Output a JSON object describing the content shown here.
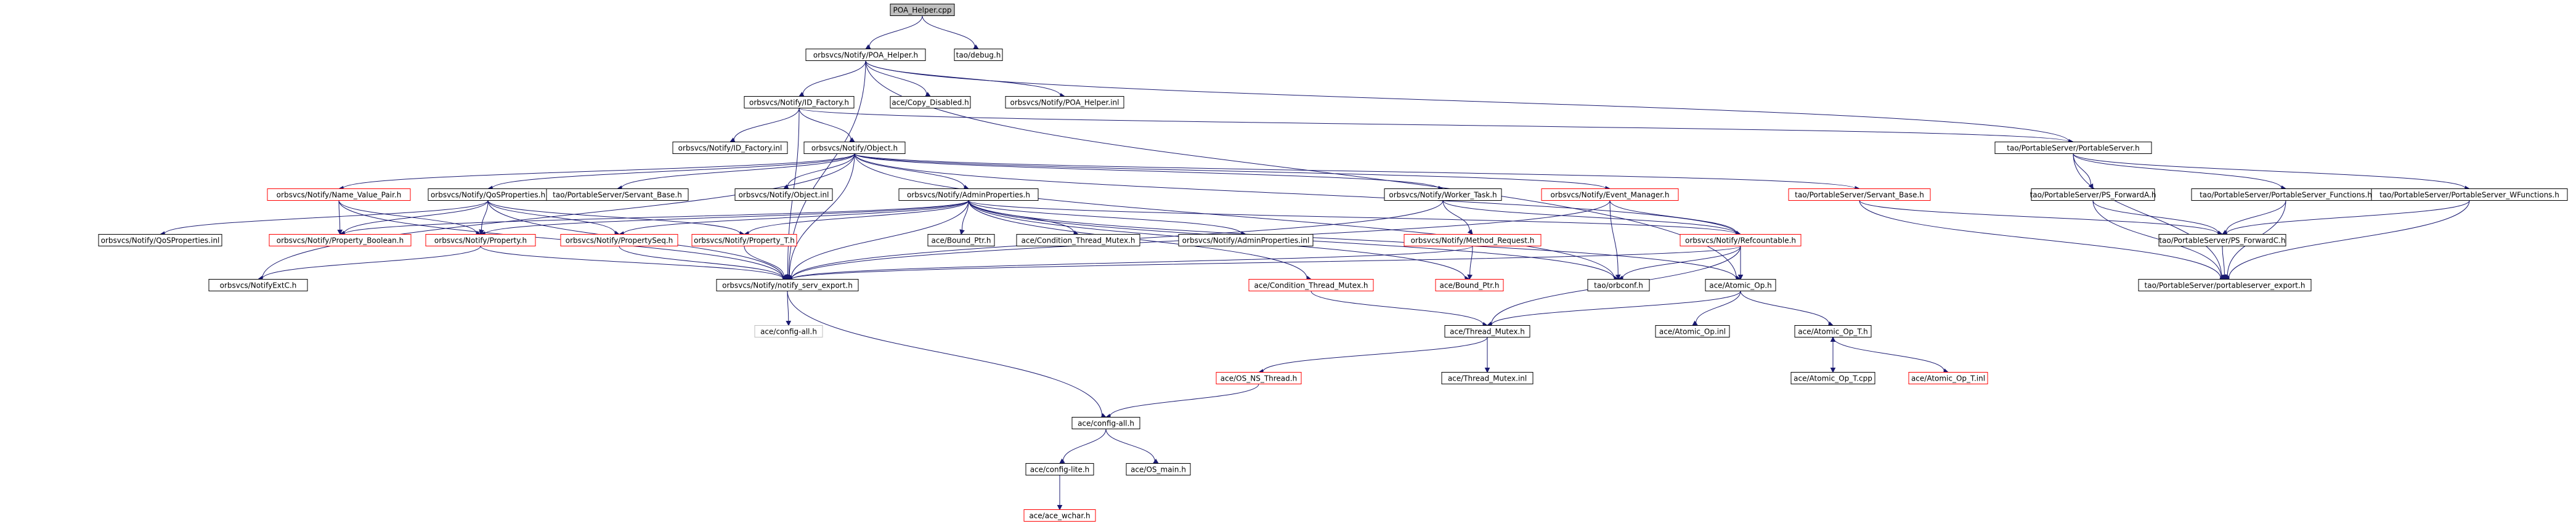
{
  "colors": {
    "edge": "#191970",
    "root_fill": "#bfbfbf",
    "missing": "#ff0000",
    "external": "#bfbfbf"
  },
  "nodes": [
    {
      "id": "root",
      "label": "POA_Helper.cpp",
      "kind": "root"
    },
    {
      "id": "poa_h",
      "label": "orbsvcs/Notify/POA_Helper.h"
    },
    {
      "id": "tao_debug",
      "label": "tao/debug.h"
    },
    {
      "id": "id_factory",
      "label": "orbsvcs/Notify/ID_Factory.h"
    },
    {
      "id": "copy_disabled",
      "label": "ace/Copy_Disabled.h"
    },
    {
      "id": "poa_inl",
      "label": "orbsvcs/Notify/POA_Helper.inl"
    },
    {
      "id": "id_factory_inl",
      "label": "orbsvcs/Notify/ID_Factory.inl"
    },
    {
      "id": "object_h",
      "label": "orbsvcs/Notify/Object.h"
    },
    {
      "id": "portable_server_h",
      "label": "tao/PortableServer/PortableServer.h"
    },
    {
      "id": "name_value_pair",
      "label": "orbsvcs/Notify/Name_Value_Pair.h",
      "kind": "missing"
    },
    {
      "id": "qos_props",
      "label": "orbsvcs/Notify/QoSProperties.h"
    },
    {
      "id": "servant_base_h",
      "label": "tao/PortableServer/Servant_Base.h"
    },
    {
      "id": "object_inl",
      "label": "orbsvcs/Notify/Object.inl"
    },
    {
      "id": "admin_props",
      "label": "orbsvcs/Notify/AdminProperties.h"
    },
    {
      "id": "worker_task",
      "label": "orbsvcs/Notify/Worker_Task.h"
    },
    {
      "id": "event_manager",
      "label": "orbsvcs/Notify/Event_Manager.h",
      "kind": "missing"
    },
    {
      "id": "servant_base_red",
      "label": "tao/PortableServer/Servant_Base.h",
      "kind": "missing"
    },
    {
      "id": "ps_forwardA",
      "label": "tao/PortableServer/PS_ForwardA.h"
    },
    {
      "id": "ps_functions",
      "label": "tao/PortableServer/PortableServer_Functions.h"
    },
    {
      "id": "ps_wfunctions",
      "label": "tao/PortableServer/PortableServer_WFunctions.h"
    },
    {
      "id": "qos_props_inl",
      "label": "orbsvcs/Notify/QoSProperties.inl"
    },
    {
      "id": "prop_boolean",
      "label": "orbsvcs/Notify/Property_Boolean.h",
      "kind": "missing"
    },
    {
      "id": "property_h",
      "label": "orbsvcs/Notify/Property.h",
      "kind": "missing"
    },
    {
      "id": "property_seq",
      "label": "orbsvcs/Notify/PropertySeq.h",
      "kind": "missing"
    },
    {
      "id": "property_t",
      "label": "orbsvcs/Notify/Property_T.h",
      "kind": "missing"
    },
    {
      "id": "bound_ptr",
      "label": "ace/Bound_Ptr.h"
    },
    {
      "id": "cond_thread_mutex",
      "label": "ace/Condition_Thread_Mutex.h"
    },
    {
      "id": "admin_props_inl",
      "label": "orbsvcs/Notify/AdminProperties.inl"
    },
    {
      "id": "method_request",
      "label": "orbsvcs/Notify/Method_Request.h",
      "kind": "missing"
    },
    {
      "id": "refcountable",
      "label": "orbsvcs/Notify/Refcountable.h",
      "kind": "missing"
    },
    {
      "id": "ps_forwardC",
      "label": "tao/PortableServer/PS_ForwardC.h"
    },
    {
      "id": "notify_extc",
      "label": "orbsvcs/NotifyExtC.h"
    },
    {
      "id": "notify_serv_export",
      "label": "orbsvcs/Notify/notify_serv_export.h"
    },
    {
      "id": "cond_thread_mutex_red",
      "label": "ace/Condition_Thread_Mutex.h",
      "kind": "missing"
    },
    {
      "id": "bound_ptr_red",
      "label": "ace/Bound_Ptr.h",
      "kind": "missing"
    },
    {
      "id": "orbconf",
      "label": "tao/orbconf.h"
    },
    {
      "id": "atomic_op_h",
      "label": "ace/Atomic_Op.h"
    },
    {
      "id": "ps_export",
      "label": "tao/PortableServer/portableserver_export.h"
    },
    {
      "id": "config_all_grey",
      "label": "ace/config-all.h",
      "kind": "external"
    },
    {
      "id": "thread_mutex_h",
      "label": "ace/Thread_Mutex.h"
    },
    {
      "id": "atomic_op_inl",
      "label": "ace/Atomic_Op.inl"
    },
    {
      "id": "atomic_op_t_h",
      "label": "ace/Atomic_Op_T.h"
    },
    {
      "id": "os_ns_thread",
      "label": "ace/OS_NS_Thread.h",
      "kind": "missing"
    },
    {
      "id": "thread_mutex_inl",
      "label": "ace/Thread_Mutex.inl"
    },
    {
      "id": "atomic_op_t_cpp",
      "label": "ace/Atomic_Op_T.cpp"
    },
    {
      "id": "atomic_op_t_inl",
      "label": "ace/Atomic_Op_T.inl",
      "kind": "missing"
    },
    {
      "id": "config_all",
      "label": "ace/config-all.h"
    },
    {
      "id": "config_lite",
      "label": "ace/config-lite.h"
    },
    {
      "id": "os_main",
      "label": "ace/OS_main.h"
    },
    {
      "id": "ace_wchar",
      "label": "ace/ace_wchar.h",
      "kind": "missing"
    }
  ],
  "edges": [
    [
      "root",
      "poa_h"
    ],
    [
      "root",
      "tao_debug"
    ],
    [
      "poa_h",
      "id_factory"
    ],
    [
      "poa_h",
      "copy_disabled"
    ],
    [
      "poa_h",
      "poa_inl"
    ],
    [
      "poa_h",
      "portable_server_h"
    ],
    [
      "poa_h",
      "notify_serv_export"
    ],
    [
      "poa_h",
      "atomic_op_h"
    ],
    [
      "id_factory",
      "id_factory_inl"
    ],
    [
      "id_factory",
      "object_h"
    ],
    [
      "id_factory",
      "notify_serv_export"
    ],
    [
      "id_factory",
      "portable_server_h"
    ],
    [
      "object_h",
      "name_value_pair"
    ],
    [
      "object_h",
      "qos_props"
    ],
    [
      "object_h",
      "servant_base_h"
    ],
    [
      "object_h",
      "object_inl"
    ],
    [
      "object_h",
      "admin_props"
    ],
    [
      "object_h",
      "worker_task"
    ],
    [
      "object_h",
      "event_manager"
    ],
    [
      "object_h",
      "servant_base_red"
    ],
    [
      "object_h",
      "refcountable"
    ],
    [
      "object_h",
      "notify_serv_export"
    ],
    [
      "object_h",
      "notify_extc"
    ],
    [
      "object_h",
      "orbconf"
    ],
    [
      "portable_server_h",
      "ps_forwardA"
    ],
    [
      "portable_server_h",
      "ps_functions"
    ],
    [
      "portable_server_h",
      "ps_wfunctions"
    ],
    [
      "portable_server_h",
      "ps_export"
    ],
    [
      "name_value_pair",
      "prop_boolean"
    ],
    [
      "name_value_pair",
      "property_h"
    ],
    [
      "name_value_pair",
      "notify_serv_export"
    ],
    [
      "qos_props",
      "qos_props_inl"
    ],
    [
      "qos_props",
      "prop_boolean"
    ],
    [
      "qos_props",
      "property_h"
    ],
    [
      "qos_props",
      "property_seq"
    ],
    [
      "qos_props",
      "property_t"
    ],
    [
      "qos_props",
      "notify_serv_export"
    ],
    [
      "admin_props",
      "bound_ptr"
    ],
    [
      "admin_props",
      "cond_thread_mutex"
    ],
    [
      "admin_props",
      "admin_props_inl"
    ],
    [
      "admin_props",
      "property_h"
    ],
    [
      "admin_props",
      "prop_boolean"
    ],
    [
      "admin_props",
      "property_seq"
    ],
    [
      "admin_props",
      "property_t"
    ],
    [
      "admin_props",
      "notify_serv_export"
    ],
    [
      "admin_props",
      "cond_thread_mutex_red"
    ],
    [
      "admin_props",
      "bound_ptr_red"
    ],
    [
      "admin_props",
      "orbconf"
    ],
    [
      "admin_props",
      "atomic_op_h"
    ],
    [
      "admin_props",
      "refcountable"
    ],
    [
      "worker_task",
      "method_request"
    ],
    [
      "worker_task",
      "refcountable"
    ],
    [
      "worker_task",
      "notify_serv_export"
    ],
    [
      "event_manager",
      "refcountable"
    ],
    [
      "event_manager",
      "notify_serv_export"
    ],
    [
      "event_manager",
      "orbconf"
    ],
    [
      "servant_base_red",
      "ps_forwardC"
    ],
    [
      "servant_base_red",
      "ps_export"
    ],
    [
      "ps_forwardA",
      "ps_forwardC"
    ],
    [
      "ps_forwardA",
      "ps_export"
    ],
    [
      "ps_functions",
      "ps_forwardC"
    ],
    [
      "ps_functions",
      "ps_export"
    ],
    [
      "ps_wfunctions",
      "ps_forwardC"
    ],
    [
      "ps_wfunctions",
      "ps_export"
    ],
    [
      "property_h",
      "notify_extc"
    ],
    [
      "property_h",
      "notify_serv_export"
    ],
    [
      "property_seq",
      "notify_serv_export"
    ],
    [
      "property_t",
      "notify_serv_export"
    ],
    [
      "method_request",
      "bound_ptr_red"
    ],
    [
      "method_request",
      "notify_serv_export"
    ],
    [
      "refcountable",
      "orbconf"
    ],
    [
      "refcountable",
      "atomic_op_h"
    ],
    [
      "refcountable",
      "thread_mutex_h"
    ],
    [
      "refcountable",
      "notify_serv_export"
    ],
    [
      "ps_forwardC",
      "ps_export"
    ],
    [
      "notify_serv_export",
      "config_all_grey"
    ],
    [
      "notify_serv_export",
      "config_all"
    ],
    [
      "cond_thread_mutex_red",
      "thread_mutex_h"
    ],
    [
      "atomic_op_h",
      "thread_mutex_h"
    ],
    [
      "atomic_op_h",
      "atomic_op_inl"
    ],
    [
      "atomic_op_h",
      "atomic_op_t_h"
    ],
    [
      "thread_mutex_h",
      "os_ns_thread"
    ],
    [
      "thread_mutex_h",
      "thread_mutex_inl"
    ],
    [
      "atomic_op_t_h",
      "atomic_op_t_cpp"
    ],
    [
      "atomic_op_t_h",
      "atomic_op_t_inl"
    ],
    [
      "atomic_op_t_cpp",
      "atomic_op_t_h"
    ],
    [
      "os_ns_thread",
      "config_all"
    ],
    [
      "config_all",
      "config_lite"
    ],
    [
      "config_all",
      "os_main"
    ],
    [
      "config_lite",
      "ace_wchar"
    ]
  ]
}
